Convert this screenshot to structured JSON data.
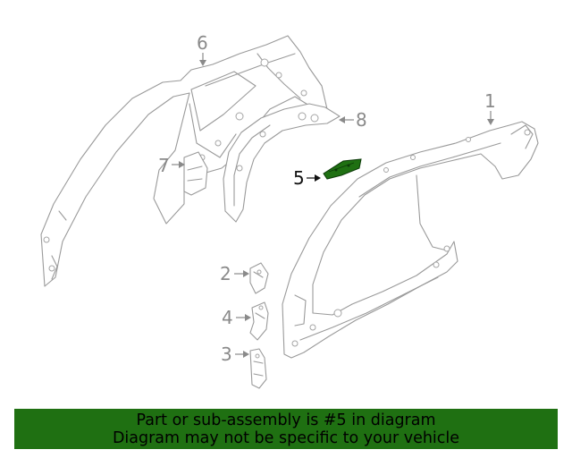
{
  "diagram": {
    "callouts": [
      {
        "id": "c1",
        "label": "1"
      },
      {
        "id": "c2",
        "label": "2"
      },
      {
        "id": "c3",
        "label": "3"
      },
      {
        "id": "c4",
        "label": "4"
      },
      {
        "id": "c5",
        "label": "5",
        "highlighted": true
      },
      {
        "id": "c6",
        "label": "6"
      },
      {
        "id": "c7",
        "label": "7"
      },
      {
        "id": "c8",
        "label": "8"
      }
    ],
    "colors": {
      "highlight_part": "#1f7012",
      "banner_bg": "#1f7012",
      "line_art": "#9a9a9a"
    }
  },
  "banner": {
    "line1": "Part or sub-assembly is #5 in diagram",
    "line2": "Diagram may not be specific to your vehicle"
  }
}
